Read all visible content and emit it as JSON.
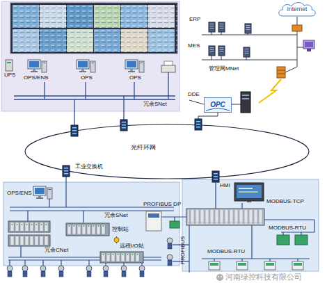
{
  "diagram": {
    "nodes": [
      {
        "text": [
          "Internet"
        ]
      },
      {
        "text": [
          "OPC"
        ]
      },
      {
        "text": [
          "光纤环网"
        ]
      },
      {
        "text": [
          "HMI"
        ]
      },
      {
        "text": [
          "控制站"
        ]
      },
      {
        "text": [
          "远程I/O站"
        ]
      }
    ],
    "edges": [
      {
        "from": 4,
        "to": 5,
        "arrow": "none"
      }
    ],
    "labels": [
      "ERP",
      "MES",
      "管理网MNet",
      "UPS",
      "OPS/ENS",
      "OPS",
      "OPS",
      "冗余SNet",
      "DDE",
      "工业交换机",
      "OPS/ENS",
      "冗余SNet",
      "冗余CNet",
      "PROFIBUS DP",
      "MODBUS-TCP",
      "MODBUS-RTU",
      "PROFIBUS",
      "MODBUS-RTU",
      "河南绿控科技有限公司"
    ]
  }
}
